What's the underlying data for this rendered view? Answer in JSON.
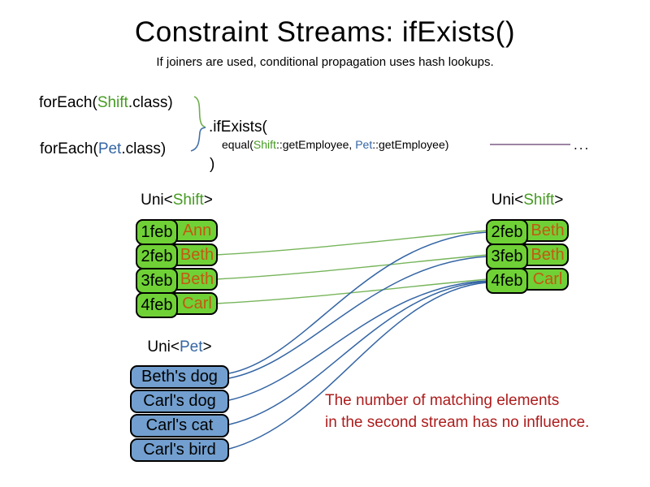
{
  "title": "Constraint Streams: ifExists()",
  "subtitle": "If joiners are used, conditional propagation uses hash lookups.",
  "code": {
    "foreach_shift_pre": "forEach(",
    "foreach_shift_class": "Shift",
    "foreach_shift_post": ".class)",
    "foreach_pet_pre": "forEach(",
    "foreach_pet_class": "Pet",
    "foreach_pet_post": ".class)",
    "if_exists": ".ifExists(",
    "equal_pre": "equal(",
    "equal_shift": "Shift",
    "equal_mid": "::getEmployee, ",
    "equal_pet": "Pet",
    "equal_post": "::getEmployee)",
    "ellipsis": "...",
    "close_paren": ")"
  },
  "left_shift_table": {
    "label_pre": "Uni<",
    "label_type": "Shift",
    "label_post": ">",
    "rows": [
      {
        "date": "1feb",
        "name": "Ann"
      },
      {
        "date": "2feb",
        "name": "Beth"
      },
      {
        "date": "3feb",
        "name": "Beth"
      },
      {
        "date": "4feb",
        "name": "Carl"
      }
    ]
  },
  "right_shift_table": {
    "label_pre": "Uni<",
    "label_type": "Shift",
    "label_post": ">",
    "rows": [
      {
        "date": "2feb",
        "name": "Beth"
      },
      {
        "date": "3feb",
        "name": "Beth"
      },
      {
        "date": "4feb",
        "name": "Carl"
      }
    ]
  },
  "pet_table": {
    "label_pre": "Uni<",
    "label_type": "Pet",
    "label_post": ">",
    "rows": [
      {
        "name": "Beth's dog"
      },
      {
        "name": "Carl's dog"
      },
      {
        "name": "Carl's cat"
      },
      {
        "name": "Carl's bird"
      }
    ]
  },
  "note": {
    "line1": "The number of matching elements",
    "line2": "in the second stream has no influence."
  },
  "colors": {
    "shift_green_fill": "#6FD136",
    "pet_blue_fill": "#729FCF",
    "shift_text_green": "#459B21",
    "pet_text_blue": "#3465A4",
    "employee_orange": "#C45911",
    "note_red": "#AE1C1C",
    "match_line_green": "#77B55B",
    "match_line_blue": "#3465A4",
    "joiner_line_purple": "#7D5C86"
  }
}
